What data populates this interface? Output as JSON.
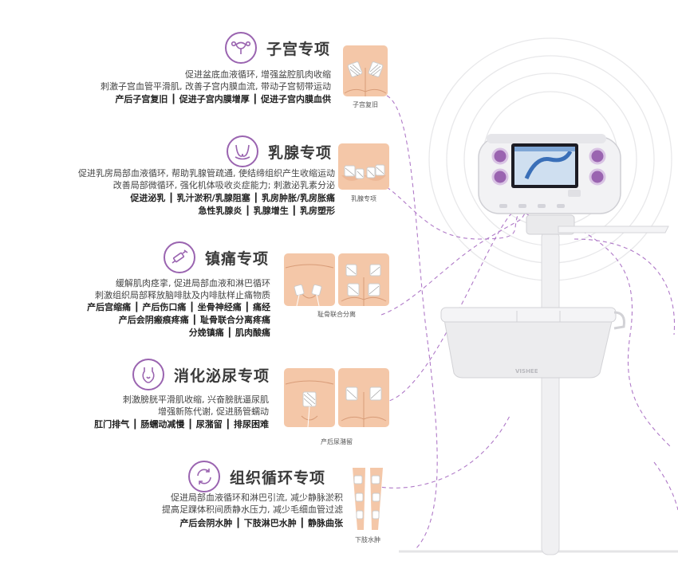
{
  "brand": "VISHEE",
  "sections": [
    {
      "title": "子宫专项",
      "icon": "uterus-icon",
      "desc": [
        "促进盆底血液循环, 增强盆腔肌肉收缩",
        "刺激子宫血管平滑肌, 改善子宫内膜血流, 带动子宫韧带运动"
      ],
      "tags": [
        "产后子宫复旧  ┃  促进子宫内膜增厚  ┃  促进子宫内膜血供"
      ],
      "caption": "子宫复旧"
    },
    {
      "title": "乳腺专项",
      "icon": "breast-icon",
      "desc": [
        "促进乳房局部血液循环, 帮助乳腺管疏通, 使结缔组织产生收缩运动",
        "改善局部微循环, 强化机体吸收炎症能力; 刺激泌乳素分泌"
      ],
      "tags": [
        "促进泌乳  ┃  乳汁淤积/乳腺阻塞  ┃  乳房肿胀/乳房胀痛",
        "急性乳腺炎  ┃  乳腺增生  ┃  乳房塑形"
      ],
      "caption": "乳腺专项"
    },
    {
      "title": "镇痛专项",
      "icon": "syringe-icon",
      "desc": [
        "缓解肌肉痉挛, 促进局部血液和淋巴循环",
        "刺激组织局部释放脑啡肽及内啡肽样止痛物质"
      ],
      "tags": [
        "产后宫缩痛  ┃  产后伤口痛  ┃  坐骨神经痛  ┃  痛经",
        "产后会阴瘢痕疼痛  ┃  耻骨联合分离疼痛",
        "分娩镇痛  ┃  肌肉酸痛"
      ],
      "caption": "耻骨联合分离"
    },
    {
      "title": "消化泌尿专项",
      "icon": "bladder-icon",
      "desc": [
        "刺激膀胱平滑肌收缩, 兴奋膀胱逼尿肌",
        "增强新陈代谢, 促进肠管蠕动"
      ],
      "tags": [
        "肛门排气  ┃  肠蠕动减慢  ┃  尿潴留  ┃  排尿困难"
      ],
      "caption": "产后尿潴留"
    },
    {
      "title": "组织循环专项",
      "icon": "cycle-icon",
      "desc": [
        "促进局部血液循环和淋巴引流, 减少静脉淤积",
        "提高足踝体积间质静水压力, 减少毛细血管过滤"
      ],
      "tags": [
        "产后会阴水肿  ┃  下肢淋巴水肿  ┃  静脉曲张"
      ],
      "caption": "下肢水肿"
    }
  ]
}
